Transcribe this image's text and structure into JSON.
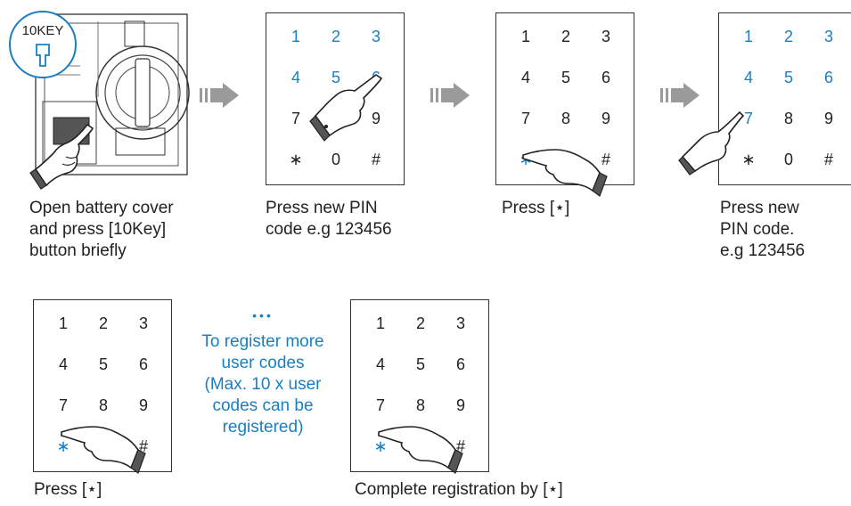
{
  "badge": {
    "label": "10KEY"
  },
  "colors": {
    "highlight": "#1a7fc1",
    "text": "#222222",
    "arrow": "#9a9a9a"
  },
  "steps": [
    {
      "caption": [
        "Open battery cover",
        "and press [10Key]",
        "button briefly"
      ]
    },
    {
      "caption": [
        "Press new PIN",
        "code e.g 123456"
      ],
      "highlight": [
        "1",
        "2",
        "3",
        "4",
        "5",
        "6"
      ]
    },
    {
      "caption": [
        "Press [⋆]"
      ],
      "highlight": [
        "*"
      ]
    },
    {
      "caption": [
        "Press new",
        "PIN code.",
        "e.g 123456"
      ],
      "highlight": [
        "1",
        "2",
        "3",
        "4",
        "5",
        "6",
        "7"
      ]
    },
    {
      "caption": [
        "Press [⋆]"
      ],
      "highlight": [
        "*"
      ]
    },
    {
      "caption": [
        "Complete registration by [⋆]"
      ],
      "highlight": [
        "*"
      ]
    }
  ],
  "keys": [
    "1",
    "2",
    "3",
    "4",
    "5",
    "6",
    "7",
    "8",
    "9",
    "∗",
    "0",
    "#"
  ],
  "keys_no_zero": [
    "1",
    "2",
    "3",
    "4",
    "5",
    "6",
    "7",
    "8",
    "9",
    "∗",
    "",
    "#"
  ],
  "note": {
    "dots": "•••",
    "lines": [
      "To register more",
      "user codes",
      "(Max. 10 x user",
      "codes can be",
      "registered)"
    ]
  }
}
